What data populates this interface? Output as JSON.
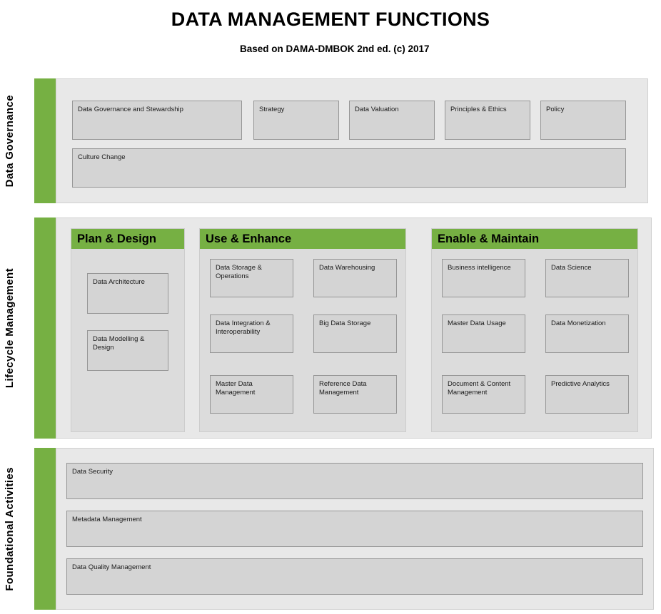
{
  "header": {
    "title": "DATA MANAGEMENT FUNCTIONS",
    "subtitle": "Based on DAMA-DMBOK 2nd ed. (c) 2017"
  },
  "colors": {
    "accent_green": "#76b043",
    "band_background": "#e8e8e8",
    "group_background": "#dcdcdc",
    "box_fill": "#d4d4d4",
    "box_border": "#969696"
  },
  "bands": [
    {
      "label": "Data Governance",
      "boxes_row1": [
        "Data Governance and Stewardship",
        "Strategy",
        "Data Valuation",
        "Principles & Ethics",
        "Policy"
      ],
      "boxes_row2": [
        "Culture Change"
      ]
    },
    {
      "label": "Lifecycle Management",
      "groups": [
        {
          "title": "Plan & Design",
          "boxes": [
            "Data Architecture",
            "Data Modelling & Design"
          ]
        },
        {
          "title": "Use & Enhance",
          "boxes": [
            "Data Storage & Operations",
            "Data Warehousing",
            "Data Integration & Interoperability",
            "Big Data Storage",
            "Master Data Management",
            "Reference Data Management"
          ]
        },
        {
          "title": "Enable & Maintain",
          "boxes": [
            "Business intelligence",
            "Data Science",
            "Master Data Usage",
            "Data Monetization",
            "Document & Content Management",
            "Predictive Analytics"
          ]
        }
      ]
    },
    {
      "label": "Foundational Activities",
      "boxes": [
        "Data Security",
        "Metadata Management",
        "Data Quality Management"
      ]
    }
  ]
}
